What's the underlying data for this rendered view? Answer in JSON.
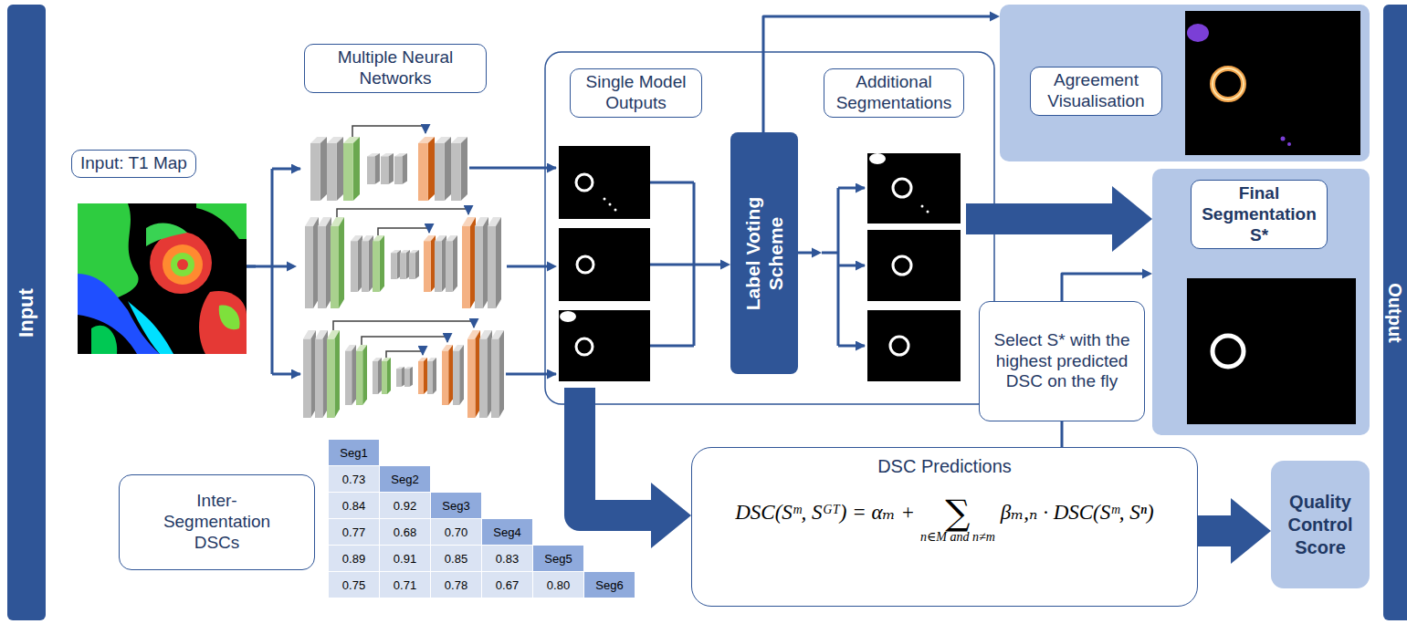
{
  "diagram": {
    "nodes": [
      {
        "text": [
          "Input"
        ]
      },
      {
        "text": [
          "Input: T1 Map"
        ]
      },
      {
        "text": [
          "Multiple Neural Networks"
        ]
      },
      {
        "text": [
          "Single Model Outputs"
        ]
      },
      {
        "text": [
          "Label Voting Scheme"
        ]
      },
      {
        "text": [
          "Additional Segmentations"
        ]
      },
      {
        "text": [
          "Agreement Visualisation"
        ]
      },
      {
        "text": [
          "Final Segmentation S*"
        ]
      },
      {
        "text": [
          "Select S* with the highest predicted DSC on the fly"
        ]
      },
      {
        "text": [
          "DSC Predictions",
          "DSC(Sᵐ, Sᴳᵀ) = αₘ +",
          "∑",
          "n∈M and n≠m",
          "βₘ,ₙ · DSC(Sᵐ, Sⁿ)"
        ]
      },
      {
        "text": [
          "Quality Control Score"
        ]
      },
      {
        "text": [
          "Inter-Segmentation DSCs"
        ]
      },
      {
        "text": [
          "Output"
        ]
      }
    ],
    "edges": [
      {
        "from": 1,
        "to": 2,
        "arrow": "to"
      },
      {
        "from": 2,
        "to": 3,
        "arrow": "to"
      },
      {
        "from": 3,
        "to": 4,
        "arrow": "to"
      },
      {
        "from": 4,
        "to": 5,
        "arrow": "to"
      },
      {
        "from": 4,
        "to": 6,
        "arrow": "to"
      },
      {
        "from": 5,
        "to": 7,
        "arrow": "to"
      },
      {
        "from": 3,
        "to": 9,
        "arrow": "to"
      },
      {
        "from": 9,
        "to": 8,
        "arrow": "none"
      },
      {
        "from": 8,
        "to": 7,
        "arrow": "to"
      },
      {
        "from": 9,
        "to": 10,
        "arrow": "to"
      }
    ],
    "labels": [
      "Seg1",
      "0.73",
      "Seg2",
      "0.84",
      "0.92",
      "Seg3",
      "0.77",
      "0.68",
      "0.70",
      "Seg4",
      "0.89",
      "0.91",
      "0.85",
      "0.83",
      "Seg5",
      "0.75",
      "0.71",
      "0.78",
      "0.67",
      "0.80",
      "Seg6"
    ]
  }
}
